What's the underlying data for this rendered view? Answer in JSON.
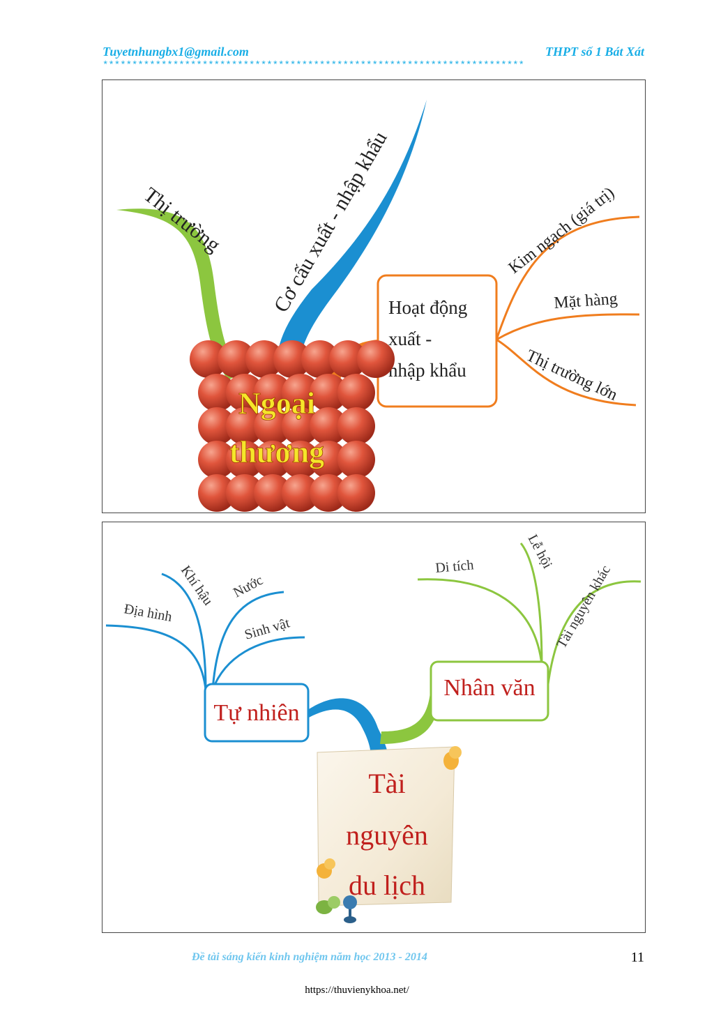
{
  "header": {
    "email": "Tuyetnhungbx1@gmail.com",
    "school": "THPT số 1 Bát Xát",
    "stars": "************************************************************************"
  },
  "map1": {
    "center_line1": "Ngoại",
    "center_line2": "thương",
    "branch_market": "Thị trường",
    "branch_structure": "Cơ cấu xuất - nhập khẩu",
    "box_line1": "Hoạt động",
    "box_line2": "xuất -",
    "box_line3": "nhập khẩu",
    "leaf_value": "Kim ngạch (giá trị)",
    "leaf_goods": "Mặt hàng",
    "leaf_big_market": "Thị trường lớn",
    "colors": {
      "green": "#8cc63f",
      "blue": "#1b8fd1",
      "orange": "#f07d1e",
      "yellow": "#f5e62a",
      "ball": "#e0553c"
    }
  },
  "map2": {
    "center_line1": "Tài",
    "center_line2": "nguyên",
    "center_line3": "du lịch",
    "nature": "Tự nhiên",
    "culture": "Nhân văn",
    "leaf_terrain": "Địa hình",
    "leaf_climate": "Khí hậu",
    "leaf_water": "Nước",
    "leaf_biota": "Sinh vật",
    "leaf_relics": "Di tích",
    "leaf_festival": "Lễ hội",
    "leaf_other": "Tài nguyên khác",
    "colors": {
      "blue": "#1b8fd1",
      "green": "#8cc63f",
      "red": "#c0201d"
    }
  },
  "footer": {
    "project": "Đề tài sáng kiến kinh nghiệm năm học 2013 - 2014",
    "page": "11",
    "url": "https://thuvienykhoa.net/"
  }
}
